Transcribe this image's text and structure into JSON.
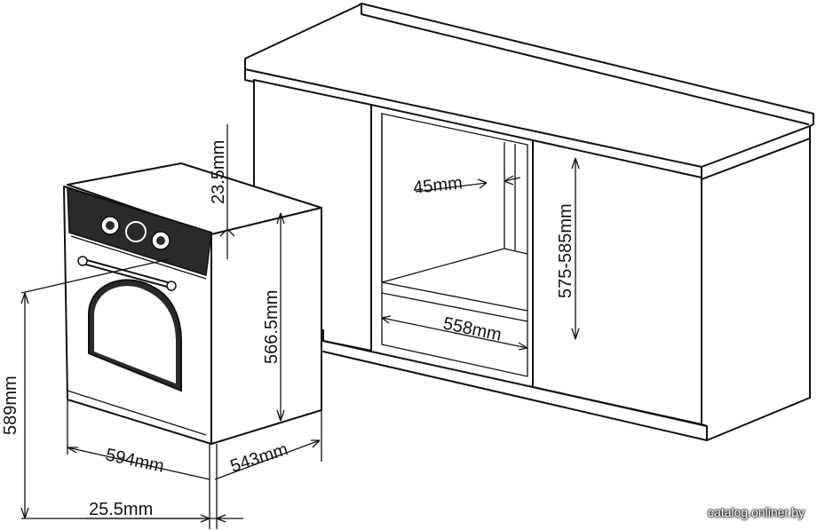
{
  "dimensions": {
    "top_gap": "23.5mm",
    "oven_depth": "566.5mm",
    "oven_total_height": "589mm",
    "oven_width": "594mm",
    "oven_side": "543mm",
    "front_offset": "25.5mm",
    "niche_side_gap": "45mm",
    "niche_height": "575-585mm",
    "niche_width": "558mm"
  },
  "watermark": "catalog.onliner.by",
  "colors": {
    "line": "#111111",
    "background": "#ffffff"
  }
}
